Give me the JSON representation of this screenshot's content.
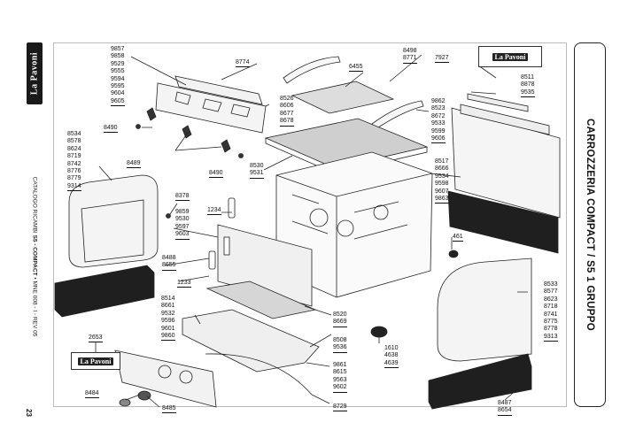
{
  "brand": "La Pavoni",
  "page_title": "CARROZZERIA COMPACT / S5 1 GRUPPO",
  "catalog_line": {
    "prefix": "CATALOGO RICAMBI ",
    "bold": "S5 - COMPACT",
    "suffix": " • MNE 008 - I - REV 05"
  },
  "page_number": "23",
  "labels": {
    "l9857": [
      "9857",
      "9858",
      "9529",
      "9555",
      "9594",
      "9595",
      "9604",
      "9605"
    ],
    "l8774": [
      "8774"
    ],
    "l8498": [
      "8498",
      "8771"
    ],
    "l6455": [
      "6455"
    ],
    "l7927": [
      "7927"
    ],
    "l8511": [
      "8511",
      "8878",
      "9535"
    ],
    "l8490a": [
      "8490"
    ],
    "l8526": [
      "8526",
      "8606",
      "8677",
      "8678"
    ],
    "l9862": [
      "9862",
      "8523",
      "8672",
      "9533",
      "9599",
      "9606"
    ],
    "l8534": [
      "8534",
      "8578",
      "8624",
      "8719",
      "8742",
      "8776",
      "8779",
      "9314"
    ],
    "l8489": [
      "8489"
    ],
    "l8490b": [
      "8490"
    ],
    "l8530": [
      "8530",
      "9531"
    ],
    "l8517": [
      "8517",
      "8666",
      "9534",
      "9598",
      "9607",
      "9863"
    ],
    "l8378": [
      "8378"
    ],
    "l1234": [
      "1234"
    ],
    "l9859": [
      "9859",
      "9530",
      "9597",
      "9603"
    ],
    "l461": [
      "461"
    ],
    "l8488": [
      "8488",
      "8655"
    ],
    "l1233": [
      "1233"
    ],
    "l8533": [
      "8533",
      "8577",
      "8623",
      "8718",
      "8741",
      "8775",
      "8778",
      "9313"
    ],
    "l8514": [
      "8514",
      "8661",
      "9532",
      "9596",
      "9601",
      "9860"
    ],
    "l8520": [
      "8520",
      "8669"
    ],
    "l1610": [
      "1610",
      "4638",
      "4639"
    ],
    "l8508": [
      "8508",
      "9536"
    ],
    "l2653": [
      "2653"
    ],
    "l9861": [
      "9861",
      "8615",
      "9563",
      "9602"
    ],
    "l8484": [
      "8484"
    ],
    "l8485": [
      "8485"
    ],
    "l8729": [
      "8729"
    ],
    "l8487": [
      "8487",
      "8654"
    ]
  }
}
